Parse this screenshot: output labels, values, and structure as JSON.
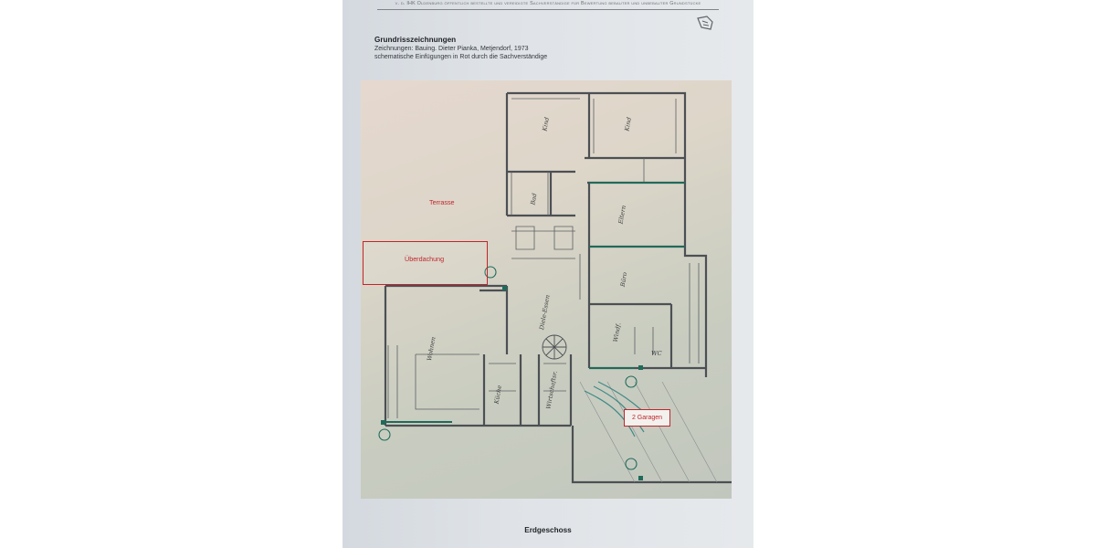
{
  "document": {
    "header_text": "v. d. IHK Oldenburg öffentlich bestellte und vereidigte Sachverständige für Bewertung bebauter und unbebauter Grundstücke",
    "title": "Grundrisszeichnungen",
    "lines": [
      "Zeichnungen: Bauing. Dieter Pianka, Metjendorf, 1973",
      "schematische Einfügungen in Rot durch die Sachverständige"
    ],
    "caption": "Erdgeschoss"
  },
  "plan": {
    "red_labels": {
      "terrace": "Terrasse",
      "roof_cover": "Überdachung",
      "garages": "2 Garagen"
    },
    "rooms": [
      "Kind",
      "Kind",
      "Bad",
      "Eltern",
      "Büro",
      "Wohnen",
      "Diele-Essen",
      "Windf.",
      "Küche",
      "Wirtschaftsr.",
      "WC"
    ],
    "colors": {
      "annotation_red": "#c0262c",
      "marker_green": "#1f6b5a",
      "wall": "#4c5054"
    },
    "icons": [
      "marker-a-icon",
      "stamp-icon"
    ]
  }
}
